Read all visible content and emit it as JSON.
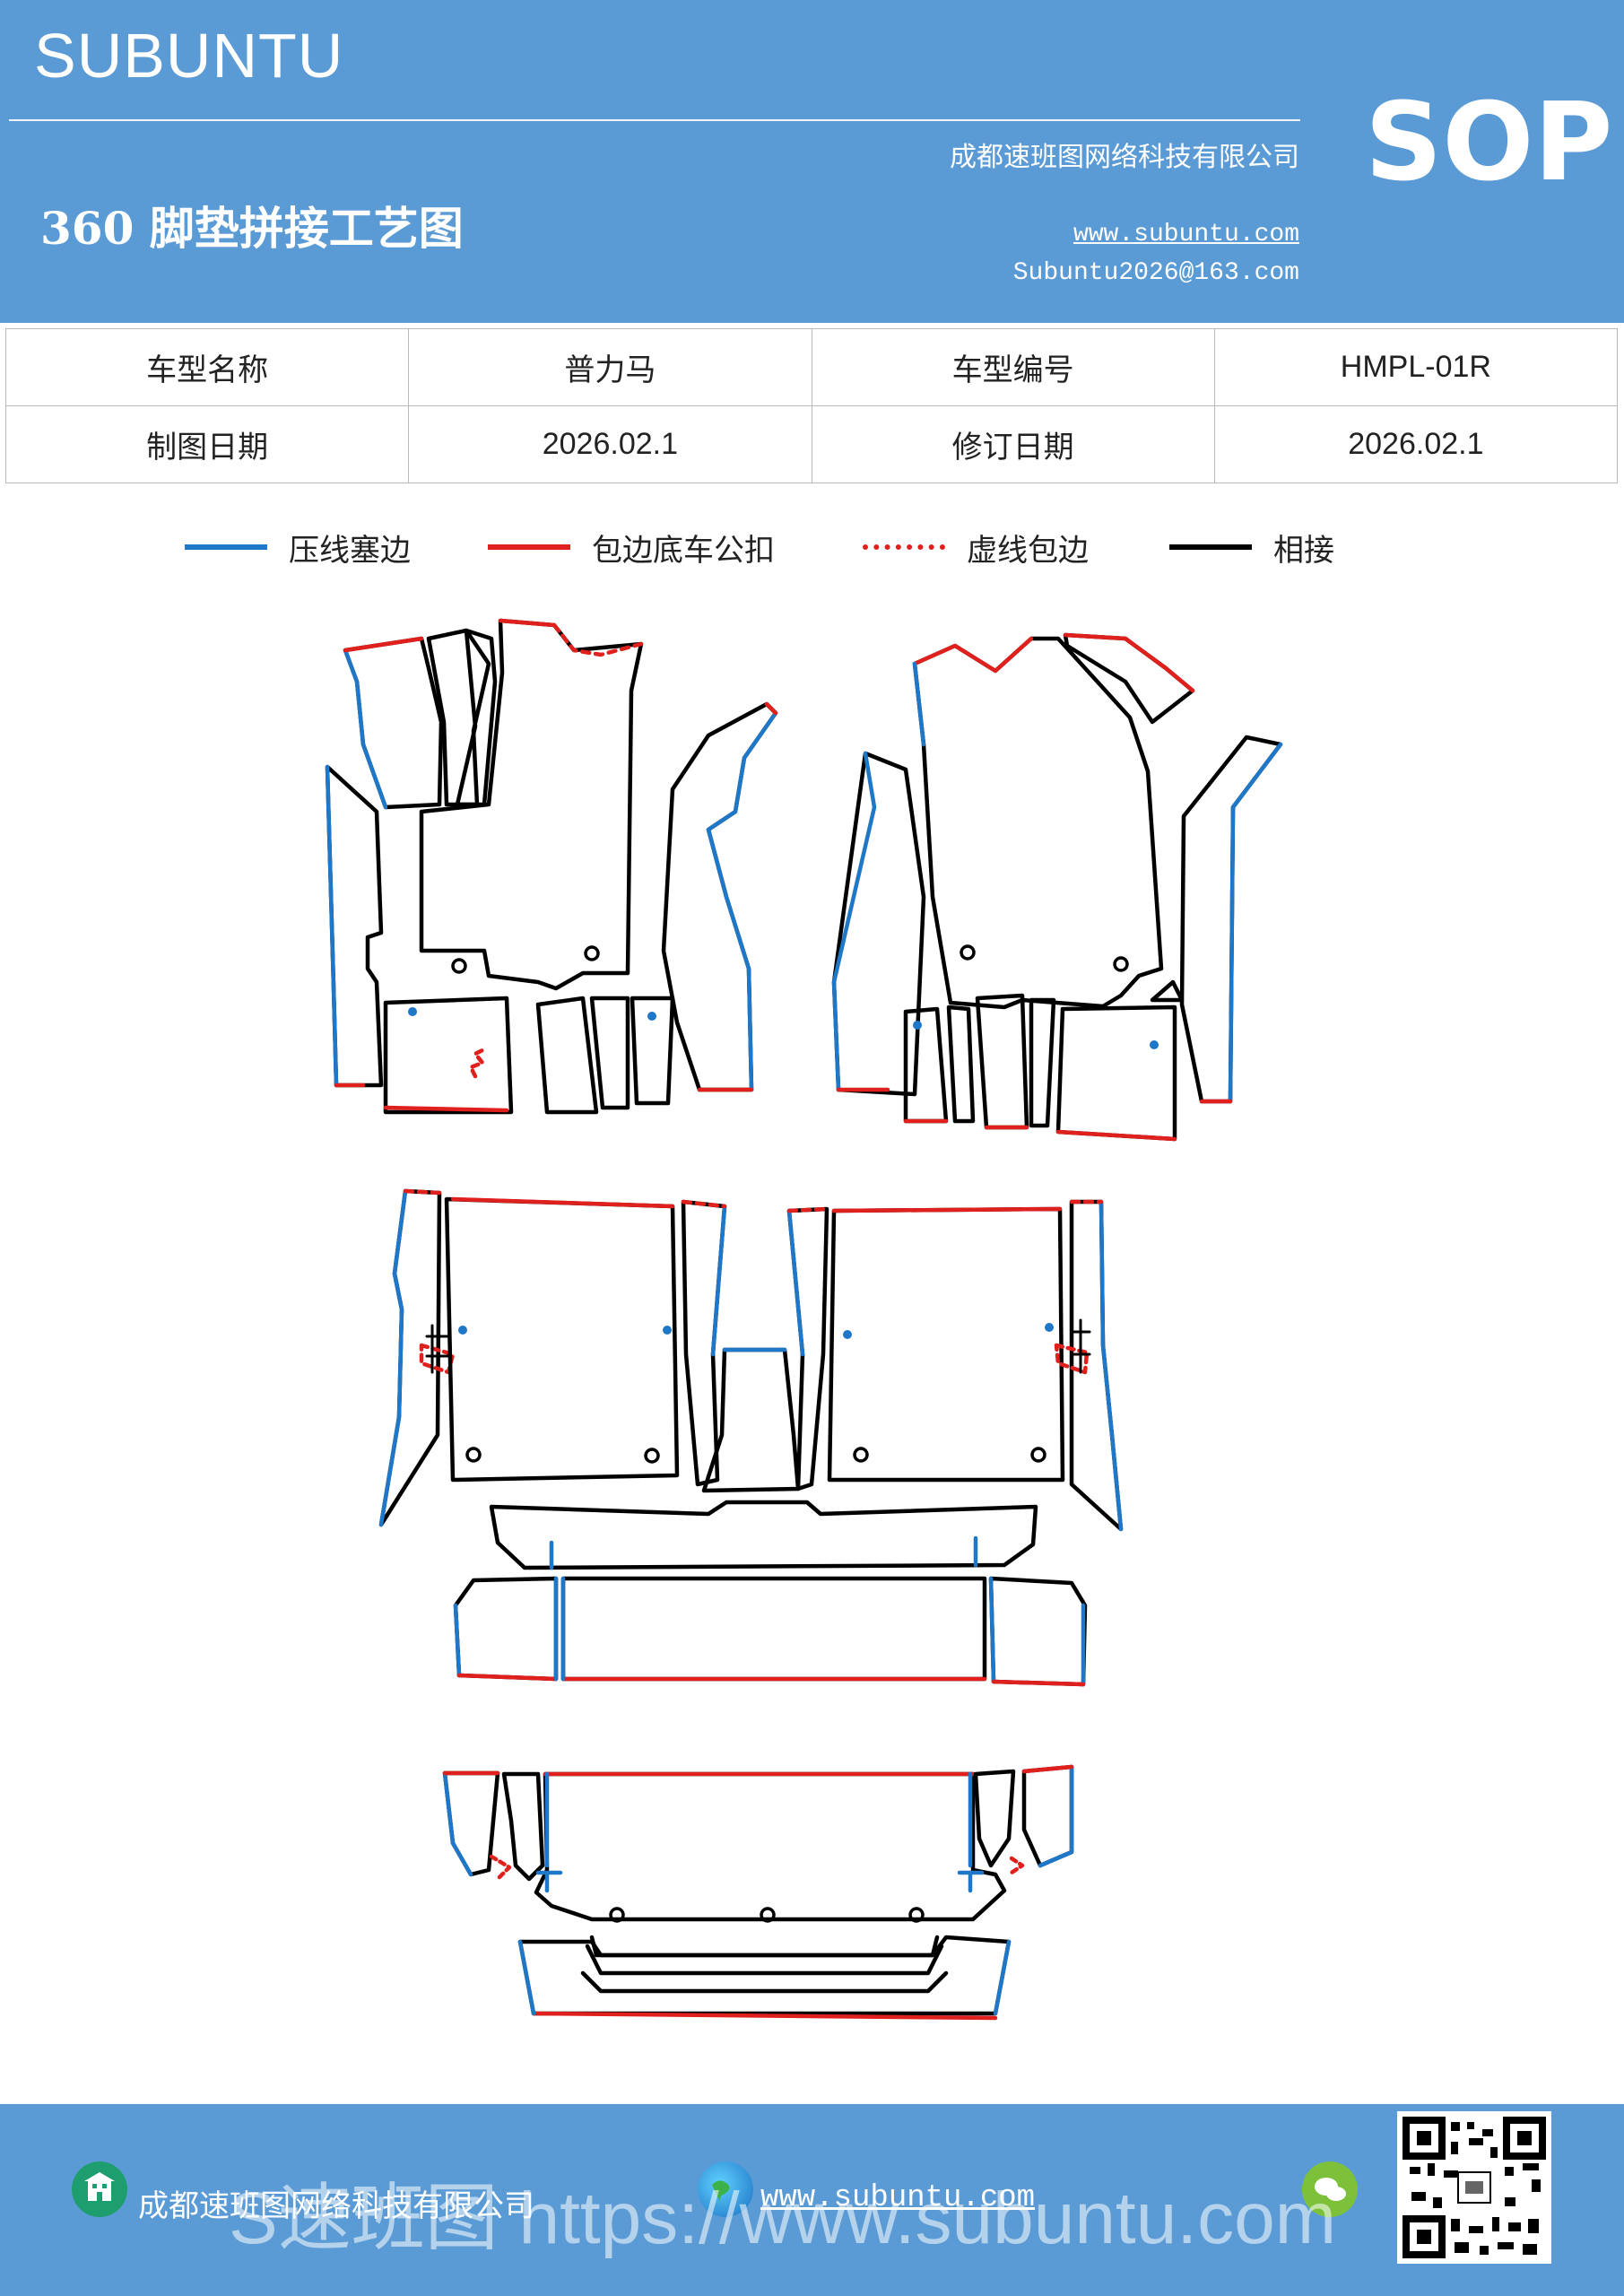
{
  "header": {
    "brand": "SUBUNTU",
    "company": "成都速班图网络科技有限公司",
    "title": "360 脚垫拼接工艺图",
    "website": "www.subuntu.com",
    "email": "Subuntu2026@163.com",
    "sop": "SOP"
  },
  "info_table": {
    "rows": [
      [
        "车型名称",
        "普力马",
        "车型编号",
        "HMPL-01R"
      ],
      [
        "制图日期",
        "2026.02.1",
        "修订日期",
        "2026.02.1"
      ]
    ]
  },
  "legend": [
    {
      "label": "压线塞边",
      "color": "#1f77c8",
      "style": "solid"
    },
    {
      "label": "包边底车公扣",
      "color": "#e0201c",
      "style": "solid"
    },
    {
      "label": "虚线包边",
      "color": "#e0201c",
      "style": "dotted"
    },
    {
      "label": "相接",
      "color": "#000000",
      "style": "solid"
    }
  ],
  "colors": {
    "header_bg": "#5b9bd5",
    "blue_line": "#1f77c8",
    "red_line": "#e0201c",
    "black_line": "#000000"
  },
  "footer": {
    "company": "成都速班图网络科技有限公司",
    "website": "www.subuntu.com",
    "watermark": "S速班图 https://www.subuntu.com",
    "icons": [
      "building-icon",
      "globe-icon",
      "wechat-icon",
      "qr-code"
    ]
  }
}
